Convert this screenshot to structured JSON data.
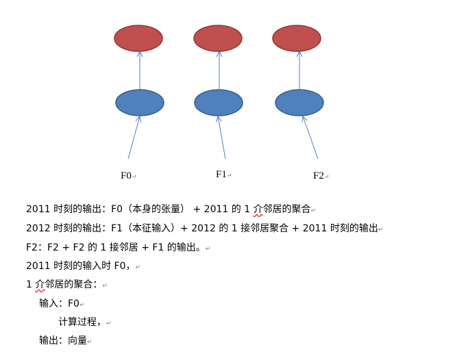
{
  "colors": {
    "output_node_fill": "#c0504d",
    "output_node_stroke": "#8c3836",
    "input_node_fill": "#4f81bd",
    "input_node_stroke": "#385d8a",
    "arrow": "#4a7ebb",
    "spell_underline": "#e53030"
  },
  "diagram": {
    "labels": [
      "F0",
      "F1",
      "F2"
    ]
  },
  "text": {
    "line1_a": "2011 时刻的输出：F0（本身的张量）  + 2011 的 1 ",
    "line1_b": "介",
    "line1_c": "邻居的聚合",
    "line2": "2012 时刻的输出：F1（本征输入）+ 2012 的 1 接邻居聚合  + 2011 时刻的输出",
    "line3": "F2：F2 + F2 的 1 接邻居  + F1 的输出。",
    "line4": "2011 时刻的输入时 F0，",
    "line5_a": "1 ",
    "line5_b": "介",
    "line5_c": "邻居的聚合：",
    "line6": "输入：F0",
    "line7": "计算过程，",
    "line8": "输出：向量",
    "para_mark": "↵"
  }
}
